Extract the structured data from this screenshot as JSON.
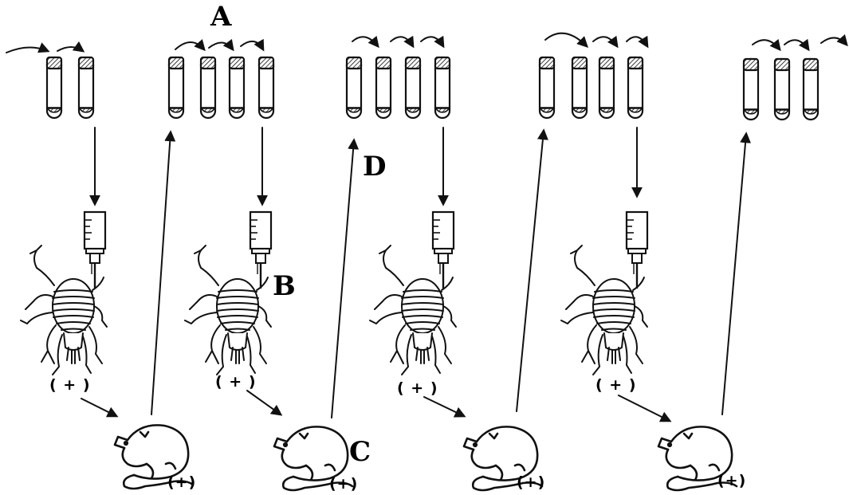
{
  "labels": {
    "a": "A",
    "b": "B",
    "c": "C",
    "d": "D",
    "plus": "( + )",
    "mouse_plus": "(+)"
  },
  "icons": {
    "tube": "culture-tube-icon",
    "syringe": "syringe-icon",
    "insect": "tick-icon",
    "mouse": "mouse-icon"
  }
}
